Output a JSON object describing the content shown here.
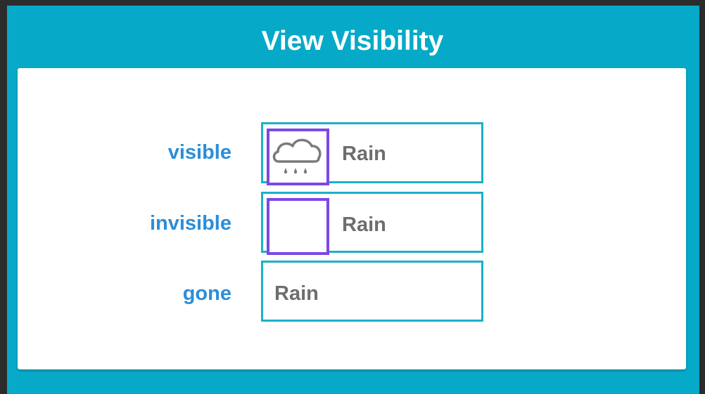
{
  "header": {
    "title": "View Visibility"
  },
  "rows": [
    {
      "label": "visible",
      "text": "Rain",
      "icon": "rain-cloud-icon",
      "icon_state": "visible"
    },
    {
      "label": "invisible",
      "text": "Rain",
      "icon": "rain-cloud-icon",
      "icon_state": "invisible"
    },
    {
      "label": "gone",
      "text": "Rain",
      "icon": "rain-cloud-icon",
      "icon_state": "gone"
    }
  ],
  "colors": {
    "background": "#06aac8",
    "label": "#2a8ed8",
    "box_border": "#1cb0c8",
    "icon_border": "#7b48e6",
    "text": "#6e6e6e"
  }
}
